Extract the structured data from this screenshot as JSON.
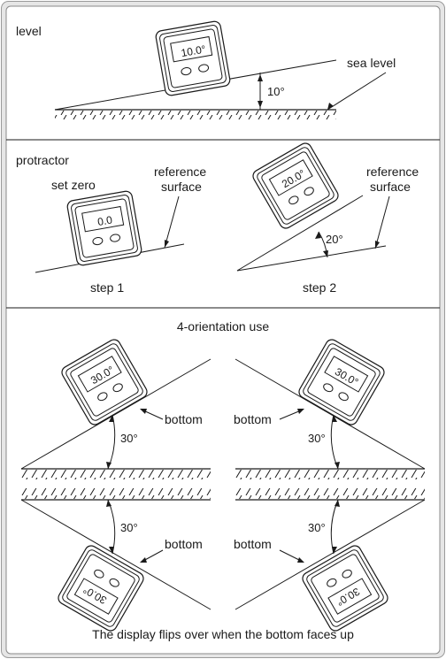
{
  "sections": {
    "level": {
      "title": "level",
      "sea_level_label": "sea level",
      "angle_label": "10°",
      "display_value": "10.0°"
    },
    "protractor": {
      "title": "protractor",
      "set_zero_label": "set zero",
      "reference_label_1a": "reference",
      "reference_label_1b": "surface",
      "reference_label_2a": "reference",
      "reference_label_2b": "surface",
      "step1_label": "step 1",
      "step2_label": "step 2",
      "angle_label": "20°",
      "display_zero": "0.0",
      "display_twenty": "20.0°"
    },
    "orientation": {
      "title": "4-orientation use",
      "bottom_label": "bottom",
      "angle_label": "30°",
      "display_value": "30.0°",
      "caption": "The display flips over when the bottom faces up"
    }
  },
  "colors": {
    "frame_border": "#9a9a9a",
    "frame_bg": "#ffffff",
    "line": "#1a1a1a"
  }
}
